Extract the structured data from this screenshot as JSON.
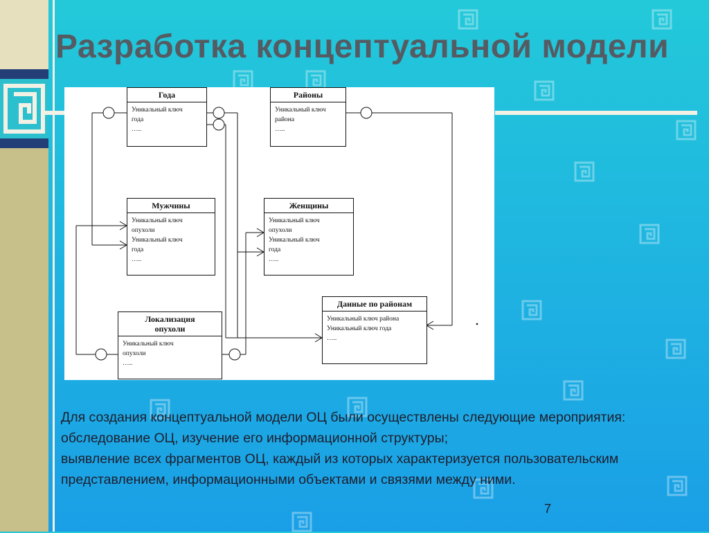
{
  "title": "Разработка концептуальной модели",
  "diagram": {
    "entities": {
      "years": {
        "header": "Года",
        "lines": [
          "Уникальный ключ",
          "года",
          "….."
        ]
      },
      "districts": {
        "header": "Районы",
        "lines": [
          "Уникальный ключ",
          "района",
          "….."
        ]
      },
      "men": {
        "header": "Мужчины",
        "lines": [
          "Уникальный ключ",
          "опухоли",
          "Уникальный ключ",
          "года",
          "….."
        ]
      },
      "women": {
        "header": "Женщины",
        "lines": [
          "Уникальный ключ",
          "опухоли",
          "Уникальный ключ",
          "года",
          "….."
        ]
      },
      "district_data": {
        "header": "Данные по районам",
        "lines": [
          "Уникальный ключ района",
          "Уникальный ключ года",
          "….."
        ]
      },
      "tumor": {
        "header_line1": "Локализация",
        "header_line2": "опухоли",
        "lines": [
          "Уникальный ключ",
          "опухоли",
          "….."
        ]
      }
    }
  },
  "body_lines": [
    "Для создания концептуальной модели ОЦ были осуществлены следующие мероприятия:",
    "обследование ОЦ, изучение его информационной структуры;",
    "выявление всех фрагментов ОЦ, каждый из которых характеризуется пользовательским",
    "представлением, информационными объектами и связями между ними."
  ],
  "page_number": "7",
  "colors": {
    "background": "#1fb6e0",
    "title": "#555b63",
    "navy": "#243e78",
    "khaki": "#c8c08a"
  }
}
